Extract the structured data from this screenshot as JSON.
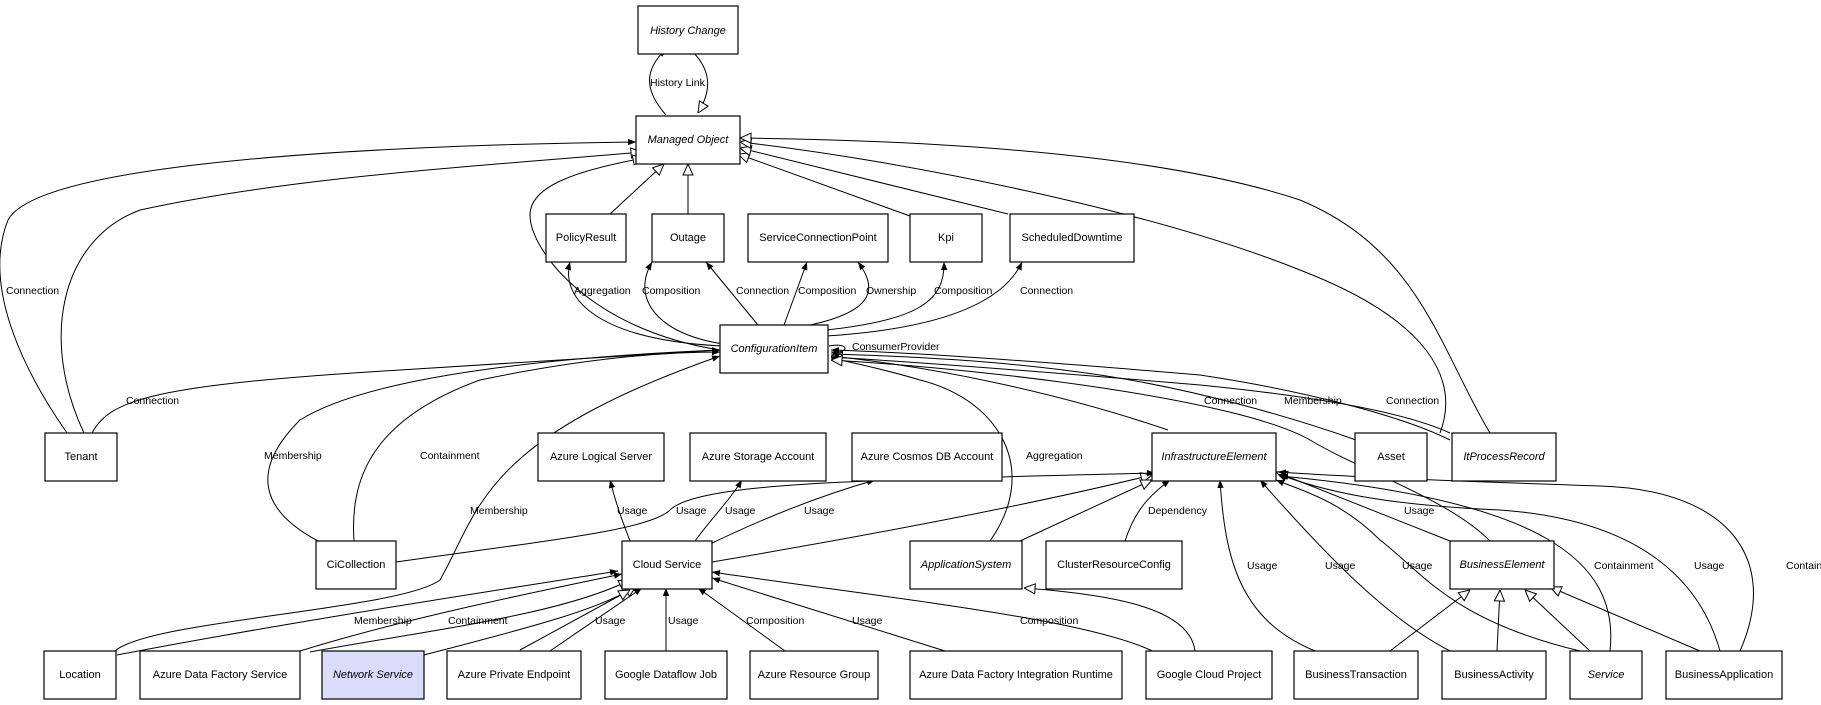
{
  "diagram": {
    "nodes": {
      "history_change": "History Change",
      "managed_object": "Managed Object",
      "policy_result": "PolicyResult",
      "outage": "Outage",
      "service_connection_point": "ServiceConnectionPoint",
      "kpi": "Kpi",
      "scheduled_downtime": "ScheduledDowntime",
      "configuration_item": "ConfigurationItem",
      "tenant": "Tenant",
      "azure_logical_server": "Azure Logical Server",
      "azure_storage_account": "Azure Storage Account",
      "azure_cosmos_db_account": "Azure Cosmos DB Account",
      "infrastructure_element": "InfrastructureElement",
      "asset": "Asset",
      "it_process_record": "ItProcessRecord",
      "ci_collection": "CiCollection",
      "cloud_service": "Cloud Service",
      "application_system": "ApplicationSystem",
      "cluster_resource_config": "ClusterResourceConfig",
      "business_element": "BusinessElement",
      "location": "Location",
      "azure_data_factory_service": "Azure Data Factory Service",
      "network_service": "Network Service",
      "azure_private_endpoint": "Azure Private Endpoint",
      "google_dataflow_job": "Google Dataflow Job",
      "azure_resource_group": "Azure Resource Group",
      "azure_data_factory_integration_runtime": "Azure Data Factory Integration Runtime",
      "google_cloud_project": "Google Cloud Project",
      "business_transaction": "BusinessTransaction",
      "business_activity": "BusinessActivity",
      "service": "Service",
      "business_application": "BusinessApplication"
    },
    "edge_labels": {
      "history_link": "History Link",
      "connection_tenant_mo": "Connection",
      "aggregation_policy": "Aggregation",
      "composition_outage": "Composition",
      "connection_outage": "Connection",
      "composition_scp": "Composition",
      "ownership_scp": "Ownership",
      "composition_kpi": "Composition",
      "connection_sched": "Connection",
      "consumer_provider": "ConsumerProvider",
      "connection_tenant_ci": "Connection",
      "membership_cicoll": "Membership",
      "containment_cicoll": "Containment",
      "membership_location": "Membership",
      "aggregation_appsys": "Aggregation",
      "connection_asset": "Connection",
      "membership_itpr": "Membership",
      "connection_itpr": "Connection",
      "usage_logical": "Usage",
      "usage_cicoll_infra": "Usage",
      "usage_storage": "Usage",
      "usage_cosmos": "Usage",
      "dependency_cluster": "Dependency",
      "usage_bizelem": "Usage",
      "usage_biztrans": "Usage",
      "usage_bizact": "Usage",
      "usage_service": "Usage",
      "containment_service": "Containment",
      "usage_bizapp": "Usage",
      "containment_bizapp": "Containment",
      "membership_location_cs": "Membership",
      "containment_adf": "Containment",
      "usage_private_endpoint": "Usage",
      "usage_dataflow": "Usage",
      "composition_resgroup": "Composition",
      "usage_adf_ir": "Usage",
      "composition_gcp": "Composition"
    }
  }
}
